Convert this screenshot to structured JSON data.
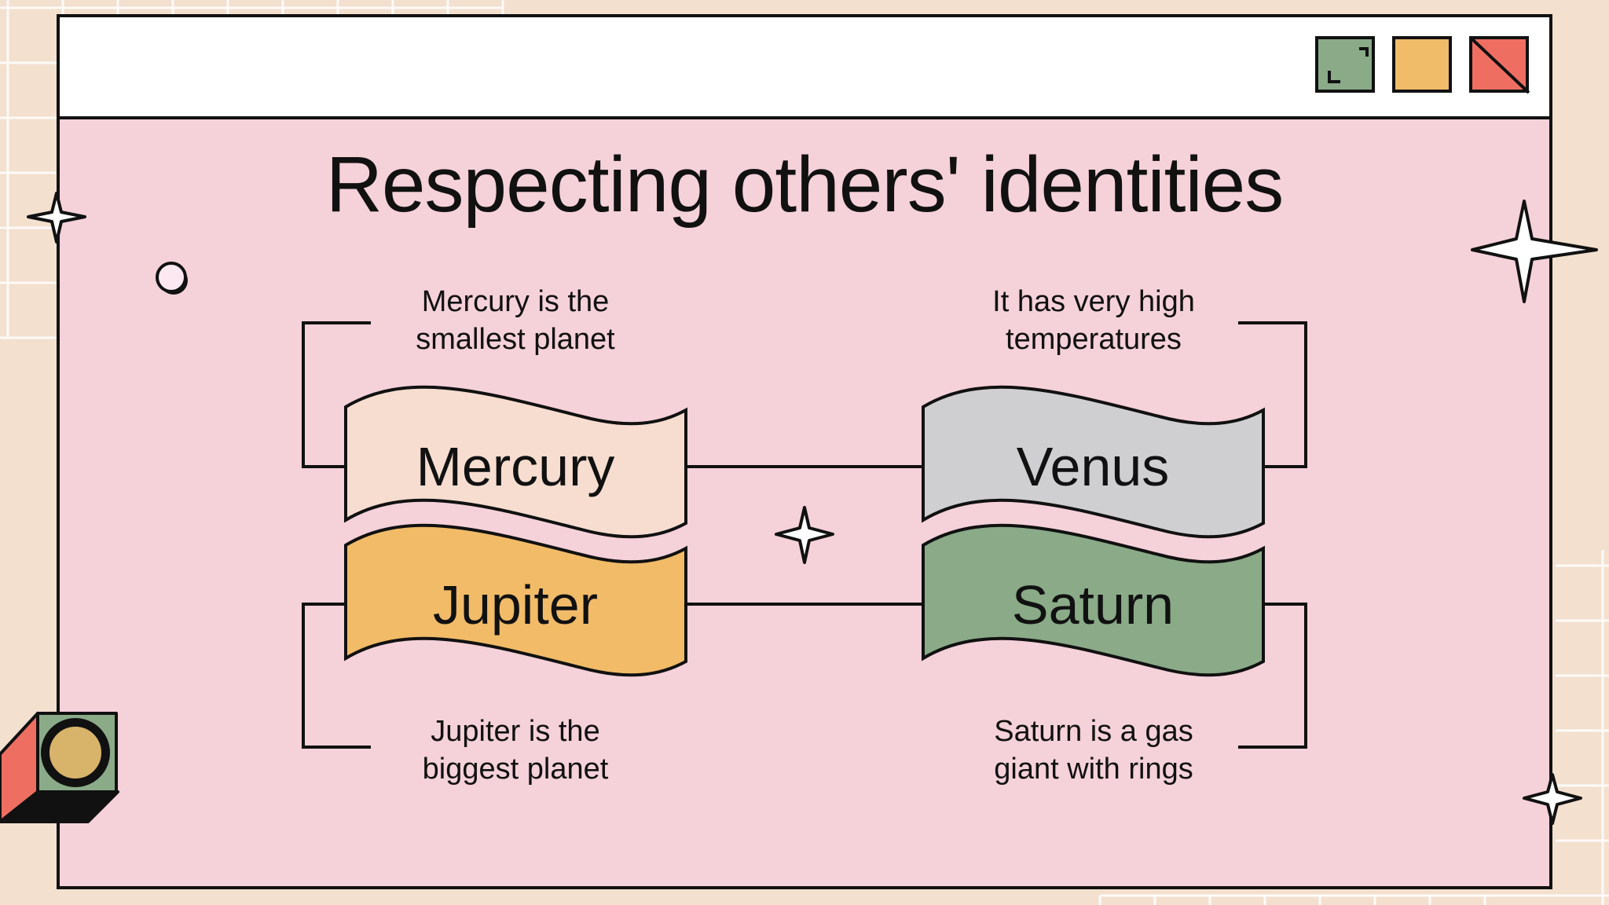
{
  "title": "Respecting others' identities",
  "window_controls": {
    "icons": [
      "fullscreen-icon",
      "minimize-icon",
      "close-icon"
    ],
    "colors": [
      "#8aaa88",
      "#f0bc6a",
      "#ee6f62"
    ]
  },
  "planets": [
    {
      "name": "Mercury",
      "color": "#f6ddd0",
      "description": "Mercury is the smallest planet"
    },
    {
      "name": "Venus",
      "color": "#cfcfd1",
      "description": "It has very high temperatures"
    },
    {
      "name": "Jupiter",
      "color": "#f1bb68",
      "description": "Jupiter is the biggest planet"
    },
    {
      "name": "Saturn",
      "color": "#8aaa88",
      "description": "Saturn is a gas giant with rings"
    }
  ],
  "descriptions": {
    "mercury": [
      "Mercury is the",
      "smallest planet"
    ],
    "venus": [
      "It has very high",
      "temperatures"
    ],
    "jupiter": [
      "Jupiter is the",
      "biggest planet"
    ],
    "saturn": [
      "Saturn is a gas",
      "giant with rings"
    ]
  },
  "colors": {
    "background": "#f3e0cf",
    "window": "#f5d1da",
    "titlebar": "#ffffff",
    "outline": "#111111"
  }
}
